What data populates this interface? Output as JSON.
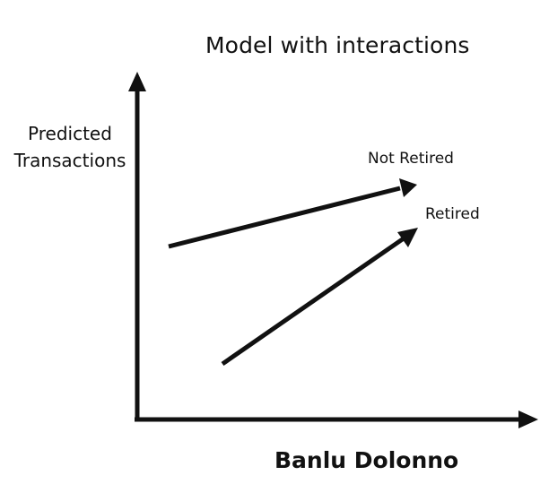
{
  "title": "Model with interactions",
  "y_axis": {
    "label_line1": "Predicted",
    "label_line2": "Transactions"
  },
  "x_axis": {
    "label": "Banlu Dolonno"
  },
  "lines": [
    {
      "label": "Not Retired",
      "slope": "shallow"
    },
    {
      "label": "Retired",
      "slope": "steep"
    }
  ],
  "colors": {
    "ink": "#111111",
    "background": "#ffffff"
  }
}
